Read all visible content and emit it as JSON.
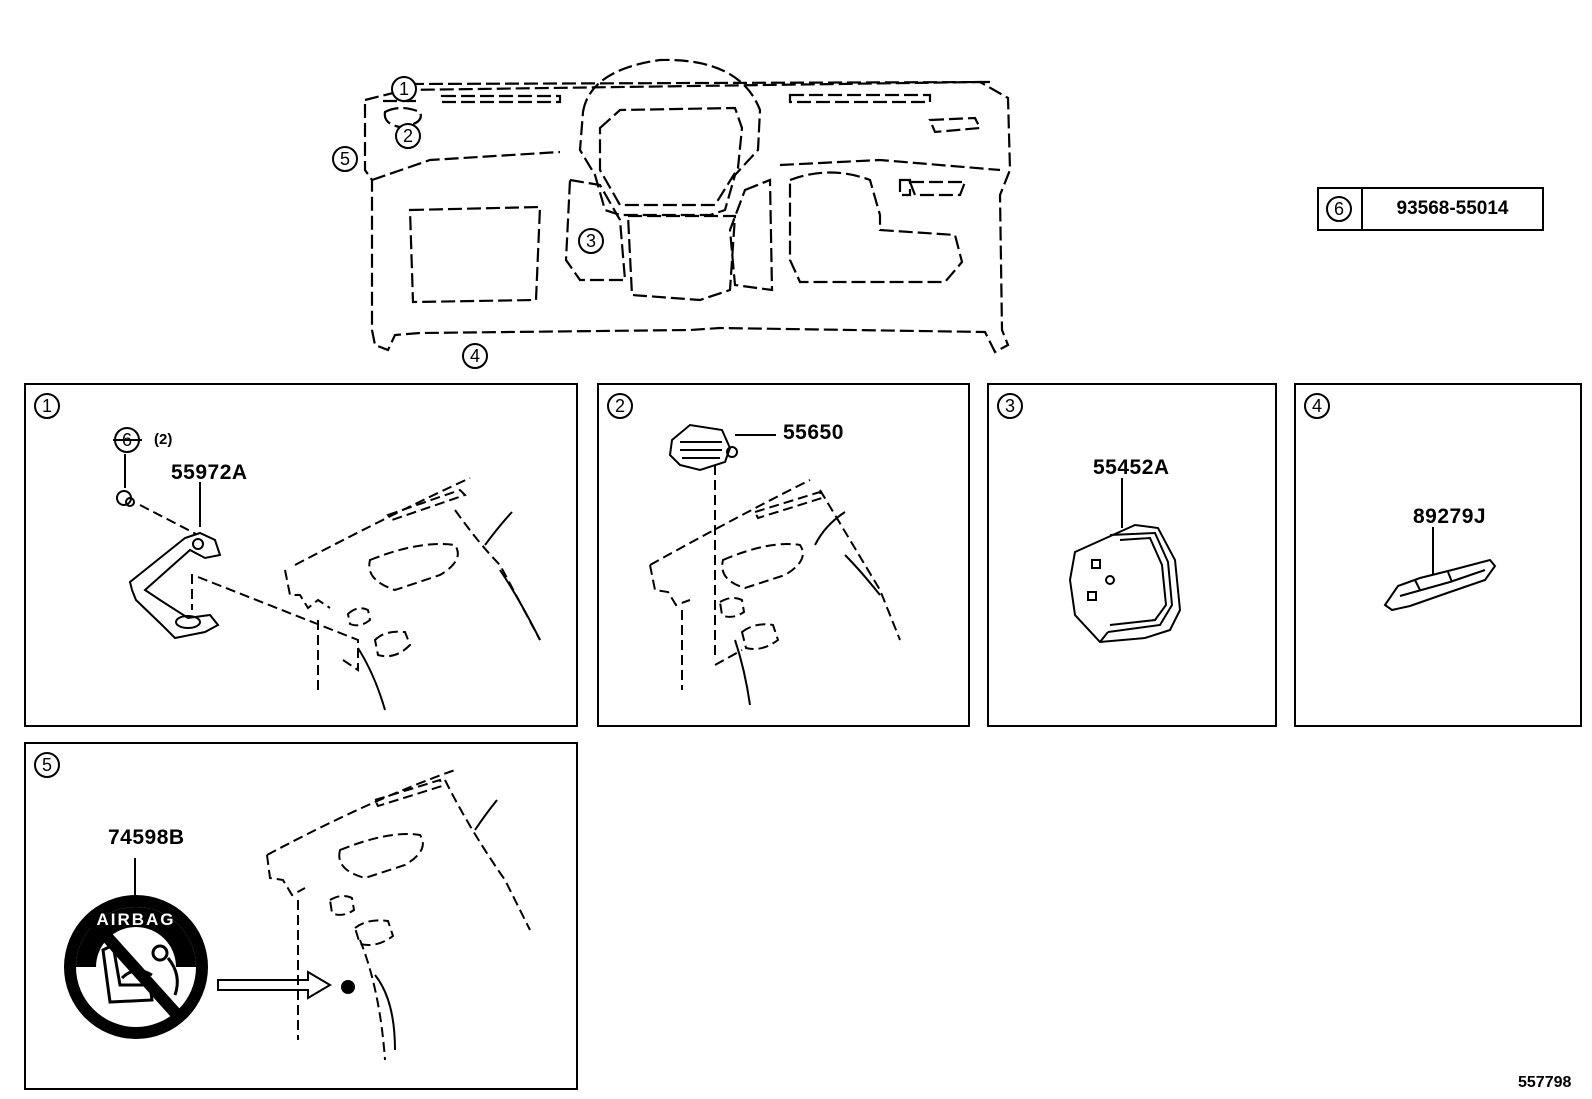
{
  "overview": {
    "callouts": [
      "1",
      "2",
      "3",
      "4",
      "5"
    ]
  },
  "reference_table": {
    "key": "6",
    "part_number": "93568-55014"
  },
  "panels": [
    {
      "id": "1",
      "parts": [
        {
          "number": "55972A"
        }
      ],
      "fastener": {
        "key": "6",
        "quantity": "(2)"
      }
    },
    {
      "id": "2",
      "parts": [
        {
          "number": "55650"
        }
      ]
    },
    {
      "id": "3",
      "parts": [
        {
          "number": "55452A"
        }
      ]
    },
    {
      "id": "4",
      "parts": [
        {
          "number": "89279J"
        }
      ]
    },
    {
      "id": "5",
      "parts": [
        {
          "number": "74598B"
        }
      ],
      "label_text": "AIRBAG"
    }
  ],
  "figure_id": "557798"
}
